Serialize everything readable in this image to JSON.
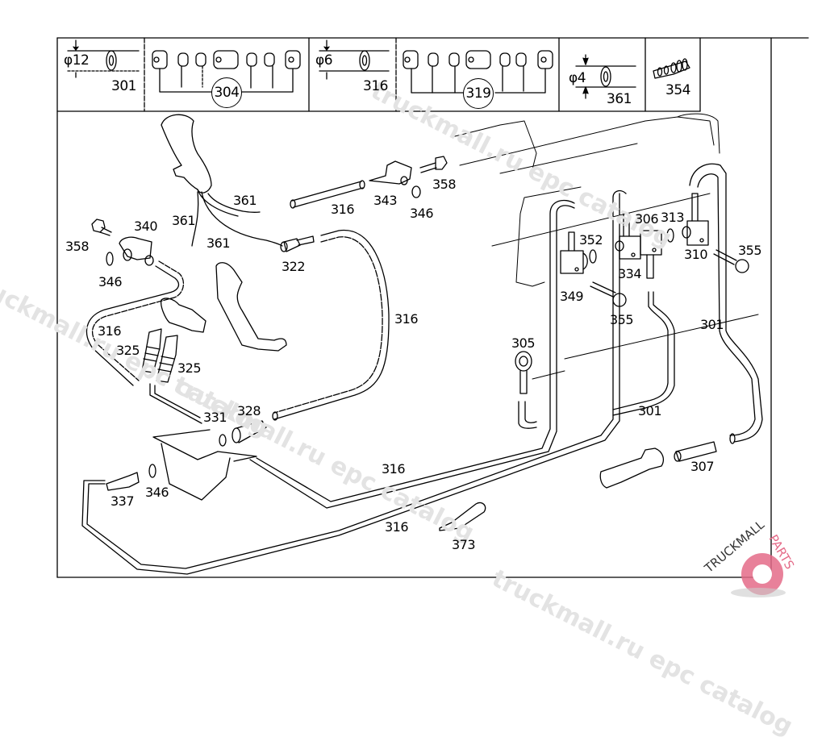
{
  "diagram": {
    "title": "Clutch hydraulic / pneumatic line parts diagram",
    "header_cells": [
      {
        "id": "cell-301",
        "diameter_label": "φ12",
        "part": "301",
        "kind": "hose"
      },
      {
        "id": "cell-304",
        "part": "304",
        "kind": "fitting-set"
      },
      {
        "id": "cell-316",
        "diameter_label": "φ6",
        "part": "316",
        "kind": "hose"
      },
      {
        "id": "cell-319",
        "part": "319",
        "kind": "fitting-set"
      },
      {
        "id": "cell-361",
        "diameter_label": "φ4",
        "part": "361",
        "kind": "hose"
      },
      {
        "id": "cell-354",
        "part": "354",
        "kind": "connector"
      }
    ],
    "callouts": [
      {
        "id": "c361a",
        "text": "361"
      },
      {
        "id": "c361b",
        "text": "361"
      },
      {
        "id": "c361c",
        "text": "361"
      },
      {
        "id": "c316a",
        "text": "316"
      },
      {
        "id": "c343",
        "text": "343"
      },
      {
        "id": "c346a",
        "text": "346"
      },
      {
        "id": "c358a",
        "text": "358"
      },
      {
        "id": "c340",
        "text": "340"
      },
      {
        "id": "c358b",
        "text": "358"
      },
      {
        "id": "c346b",
        "text": "346"
      },
      {
        "id": "c322",
        "text": "322"
      },
      {
        "id": "c316b",
        "text": "316"
      },
      {
        "id": "c316c",
        "text": "316"
      },
      {
        "id": "c325a",
        "text": "325"
      },
      {
        "id": "c325b",
        "text": "325"
      },
      {
        "id": "c331",
        "text": "331"
      },
      {
        "id": "c328",
        "text": "328"
      },
      {
        "id": "c337",
        "text": "337"
      },
      {
        "id": "c346c",
        "text": "346"
      },
      {
        "id": "c316d",
        "text": "316"
      },
      {
        "id": "c316e",
        "text": "316"
      },
      {
        "id": "c373",
        "text": "373"
      },
      {
        "id": "c305",
        "text": "305"
      },
      {
        "id": "c352",
        "text": "352"
      },
      {
        "id": "c306",
        "text": "306"
      },
      {
        "id": "c313",
        "text": "313"
      },
      {
        "id": "c310",
        "text": "310"
      },
      {
        "id": "c355a",
        "text": "355"
      },
      {
        "id": "c334",
        "text": "334"
      },
      {
        "id": "c349",
        "text": "349"
      },
      {
        "id": "c355b",
        "text": "355"
      },
      {
        "id": "c301a",
        "text": "301"
      },
      {
        "id": "c301b",
        "text": "301"
      },
      {
        "id": "c307",
        "text": "307"
      }
    ]
  },
  "watermarks": {
    "repeat_text": "truckmall.ru epc catalog",
    "logo_text": "TRUCKMALLPARTS",
    "logo_part1": "TRUCKMALL",
    "logo_part2": "PARTS",
    "logo_color": "#e46b88"
  }
}
